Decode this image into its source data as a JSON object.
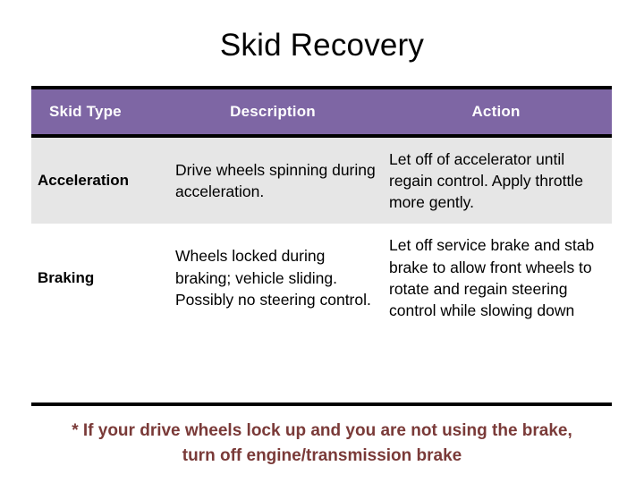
{
  "slide": {
    "title": "Skid Recovery",
    "accent_color": "#7e66a4",
    "rule_color": "#000000",
    "shaded_row_color": "#e6e6e6",
    "footnote_color": "#7a3a38"
  },
  "table": {
    "columns": [
      {
        "key": "skid_type",
        "label": "Skid Type"
      },
      {
        "key": "description",
        "label": "Description"
      },
      {
        "key": "action",
        "label": "Action"
      }
    ],
    "rows": [
      {
        "skid_type": "Acceleration",
        "description": "Drive wheels spinning during acceleration.",
        "action": "Let off of accelerator until regain control.  Apply throttle more gently.",
        "shaded": true
      },
      {
        "skid_type": "Braking",
        "description": "Wheels locked during braking; vehicle sliding. Possibly no steering control.",
        "action": "Let off service brake and stab brake to allow front wheels to rotate and regain steering control while slowing down",
        "shaded": false
      }
    ]
  },
  "footnote": {
    "line1": "* If your drive wheels lock up and you are not using the brake,",
    "line2": "turn off engine/transmission brake"
  }
}
